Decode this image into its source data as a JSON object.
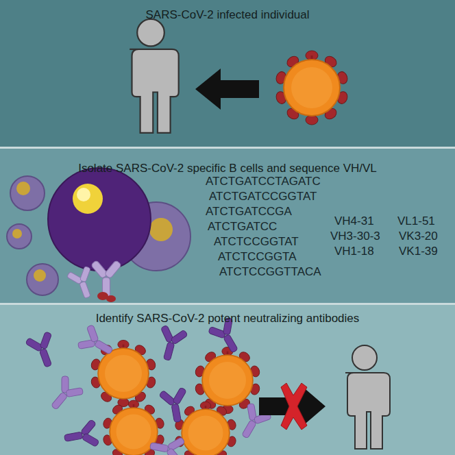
{
  "diagram": {
    "nodes": [
      {
        "text": [
          "SARS-CoV-2 infected individual"
        ]
      },
      {
        "text": [
          "Isolate SARS-CoV-2 specific B cells and sequence VH/VL"
        ]
      },
      {
        "text": [
          "Identify SARS-CoV-2 potent neutralizing antibodies"
        ]
      }
    ],
    "labels": [
      "ATCTGATCCTAGATC",
      "ATCTGATCCGGTAT",
      "ATCTGATCCGA",
      "ATCTGATCC",
      "ATCTCCGGTAT",
      "ATCTCCGGTA",
      "ATCTCCGGTTACA",
      "VH4-31",
      "VL1-51",
      "VH3-30-3",
      "VK3-20",
      "VH1-18",
      "VK1-39"
    ]
  }
}
